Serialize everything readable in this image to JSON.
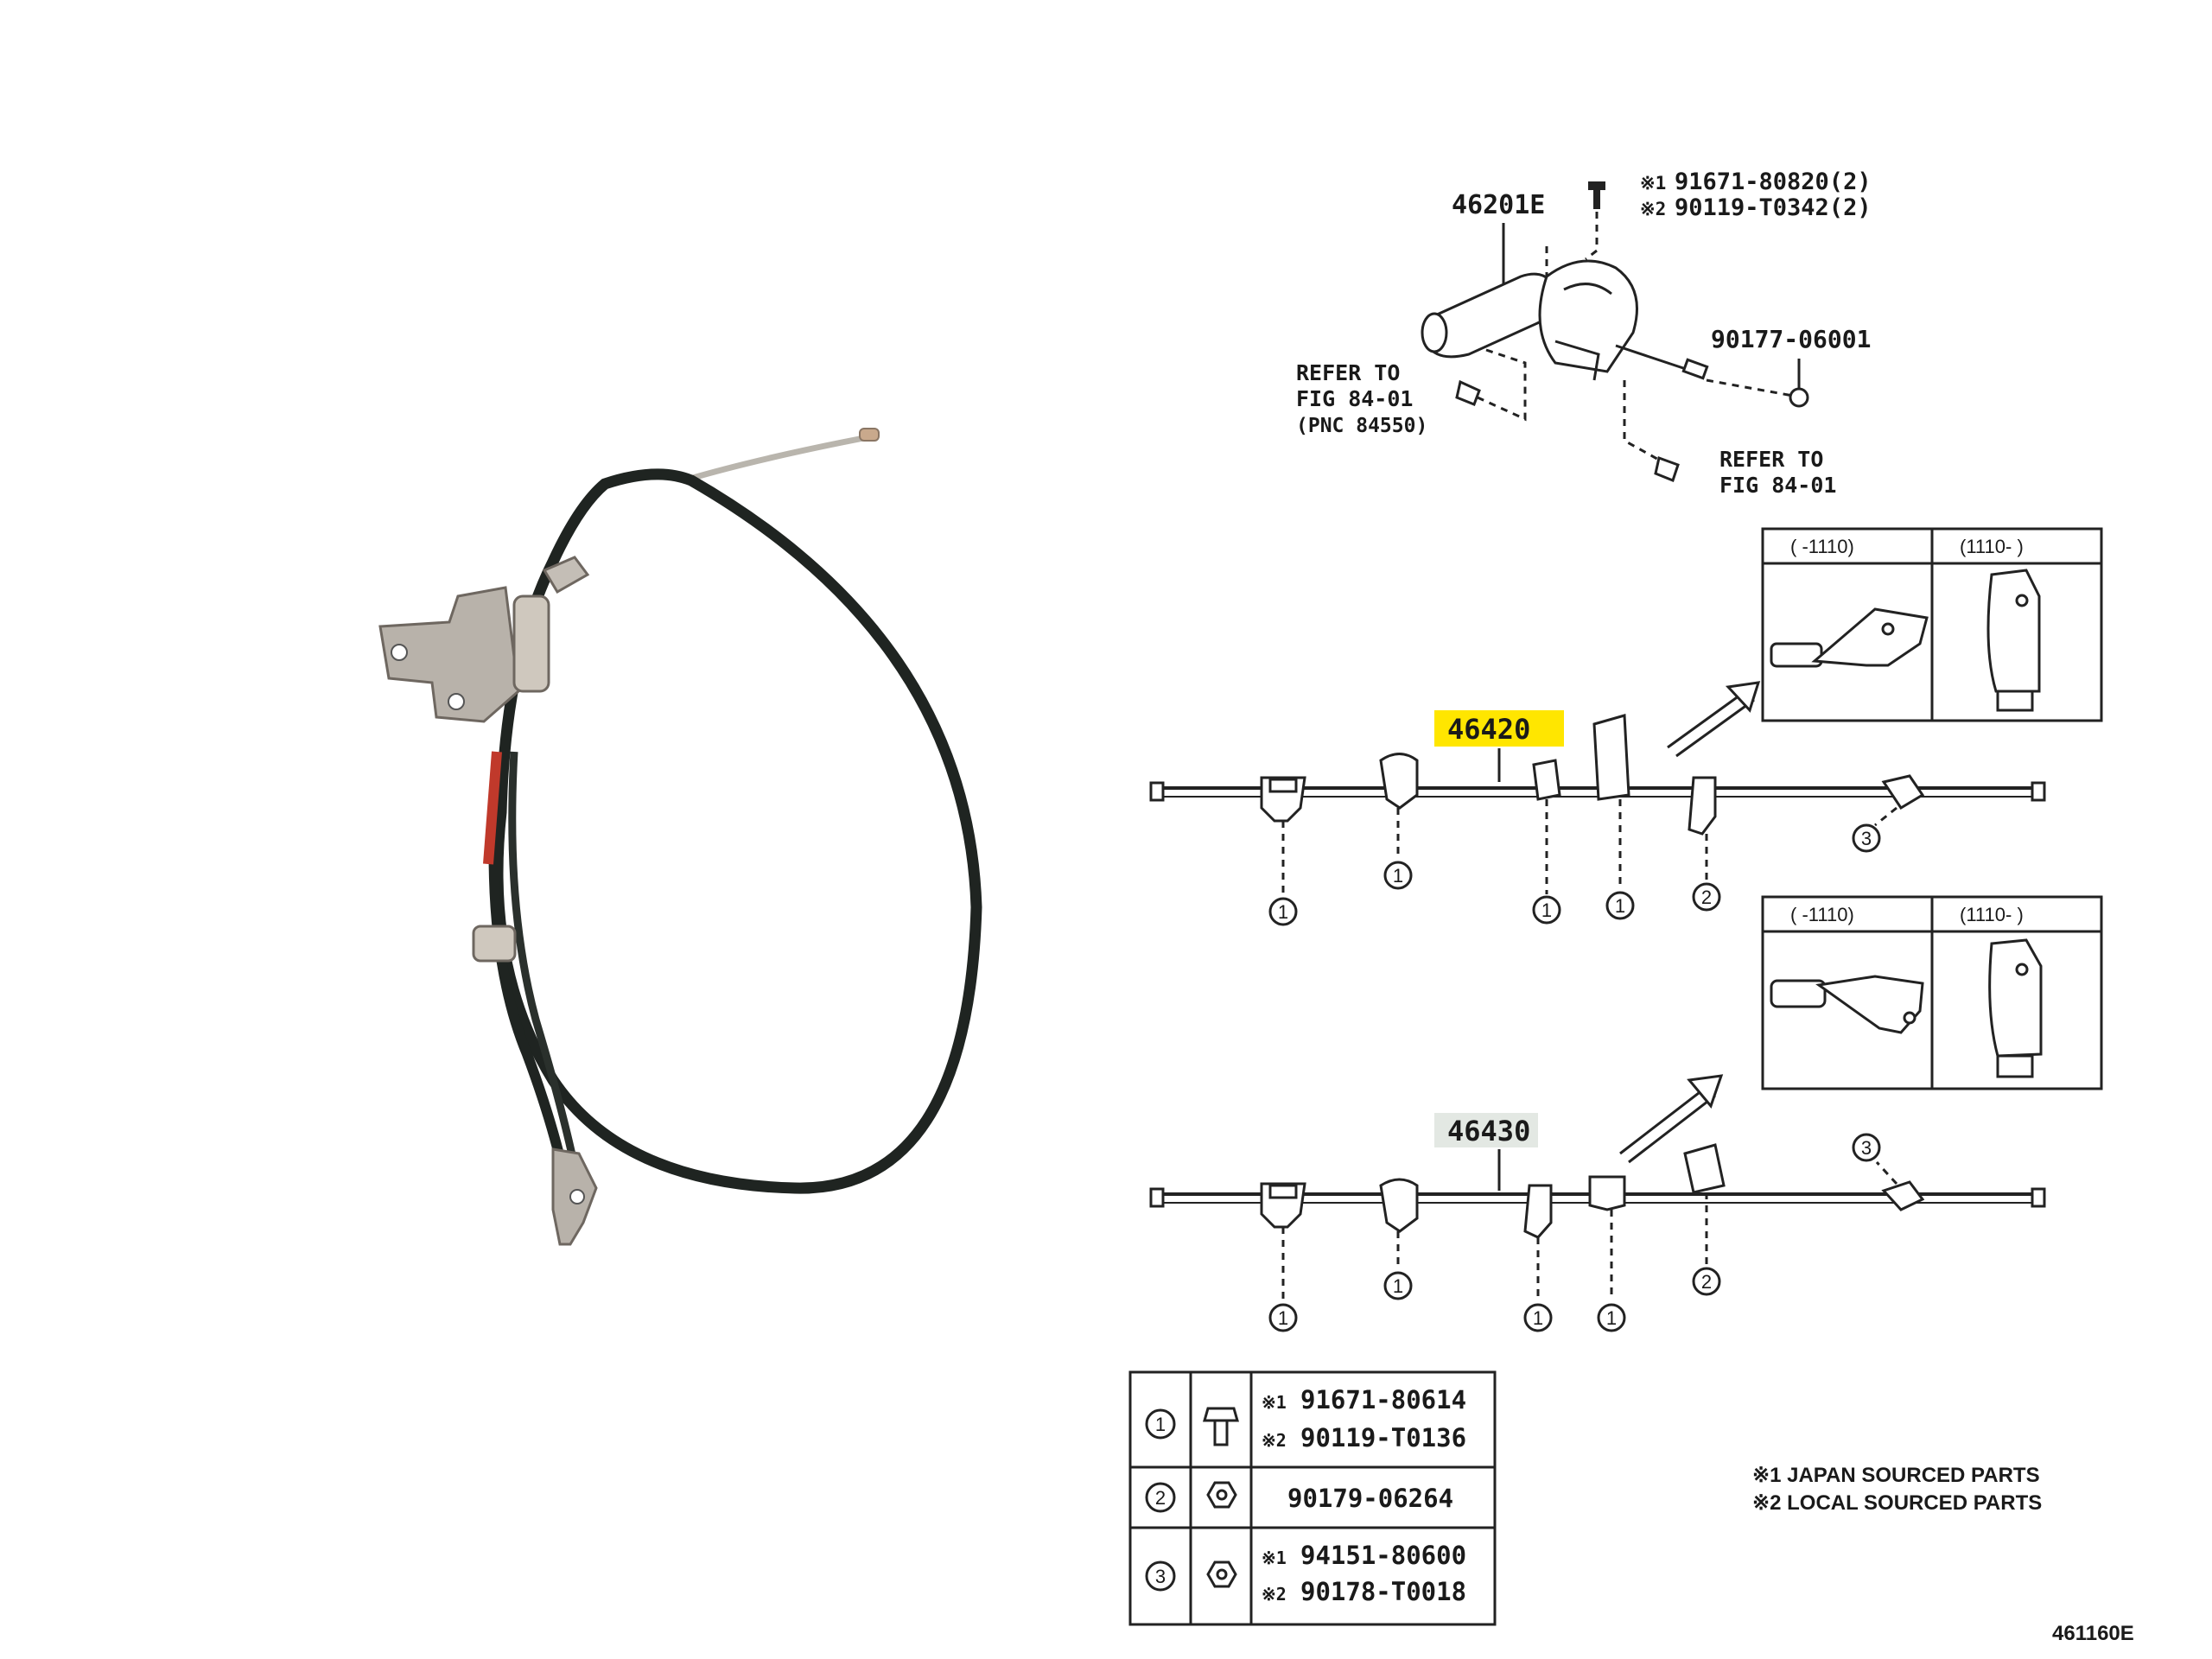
{
  "lever": {
    "part_no": "46201E",
    "bolt_line1_mark": "※1",
    "bolt_line1": "91671-80820(2)",
    "bolt_line2_mark": "※2",
    "bolt_line2": "90119-T0342(2)",
    "clip_no": "90177-06001",
    "refer_left_1": "REFER TO",
    "refer_left_2": "FIG 84-01",
    "refer_left_3": "(PNC 84550)",
    "refer_right_1": "REFER TO",
    "refer_right_2": "FIG 84-01"
  },
  "cable_a": {
    "part_no": "46420",
    "callouts": [
      "1",
      "1",
      "1",
      "1",
      "2",
      "3"
    ],
    "inset_left_hdr": "(     -1110)",
    "inset_right_hdr": "(1110-     )"
  },
  "cable_b": {
    "part_no": "46430",
    "callouts": [
      "1",
      "1",
      "1",
      "1",
      "2",
      "3"
    ],
    "inset_left_hdr": "(     -1110)",
    "inset_right_hdr": "(1110-     )"
  },
  "fastener_table": [
    {
      "ref": "1",
      "icon": "bolt-icon",
      "mark1": "※1",
      "num1": "91671-80614",
      "mark2": "※2",
      "num2": "90119-T0136"
    },
    {
      "ref": "2",
      "icon": "nut-icon",
      "mark1": "",
      "num1": "90179-06264",
      "mark2": "",
      "num2": ""
    },
    {
      "ref": "3",
      "icon": "nut-icon",
      "mark1": "※1",
      "num1": "94151-80600",
      "mark2": "※2",
      "num2": "90178-T0018"
    }
  ],
  "legend": {
    "line1": "※1 JAPAN SOURCED PARTS",
    "line2": "※2 LOCAL SOURCED PARTS"
  },
  "figure_code": "461160E",
  "colors": {
    "highlight_46420": "#ffe600",
    "highlight_46430": "#e3e8e3",
    "cable_black": "#1f2421",
    "bracket_steel": "#b8b2aa",
    "red_sleeve": "#c0392b"
  }
}
